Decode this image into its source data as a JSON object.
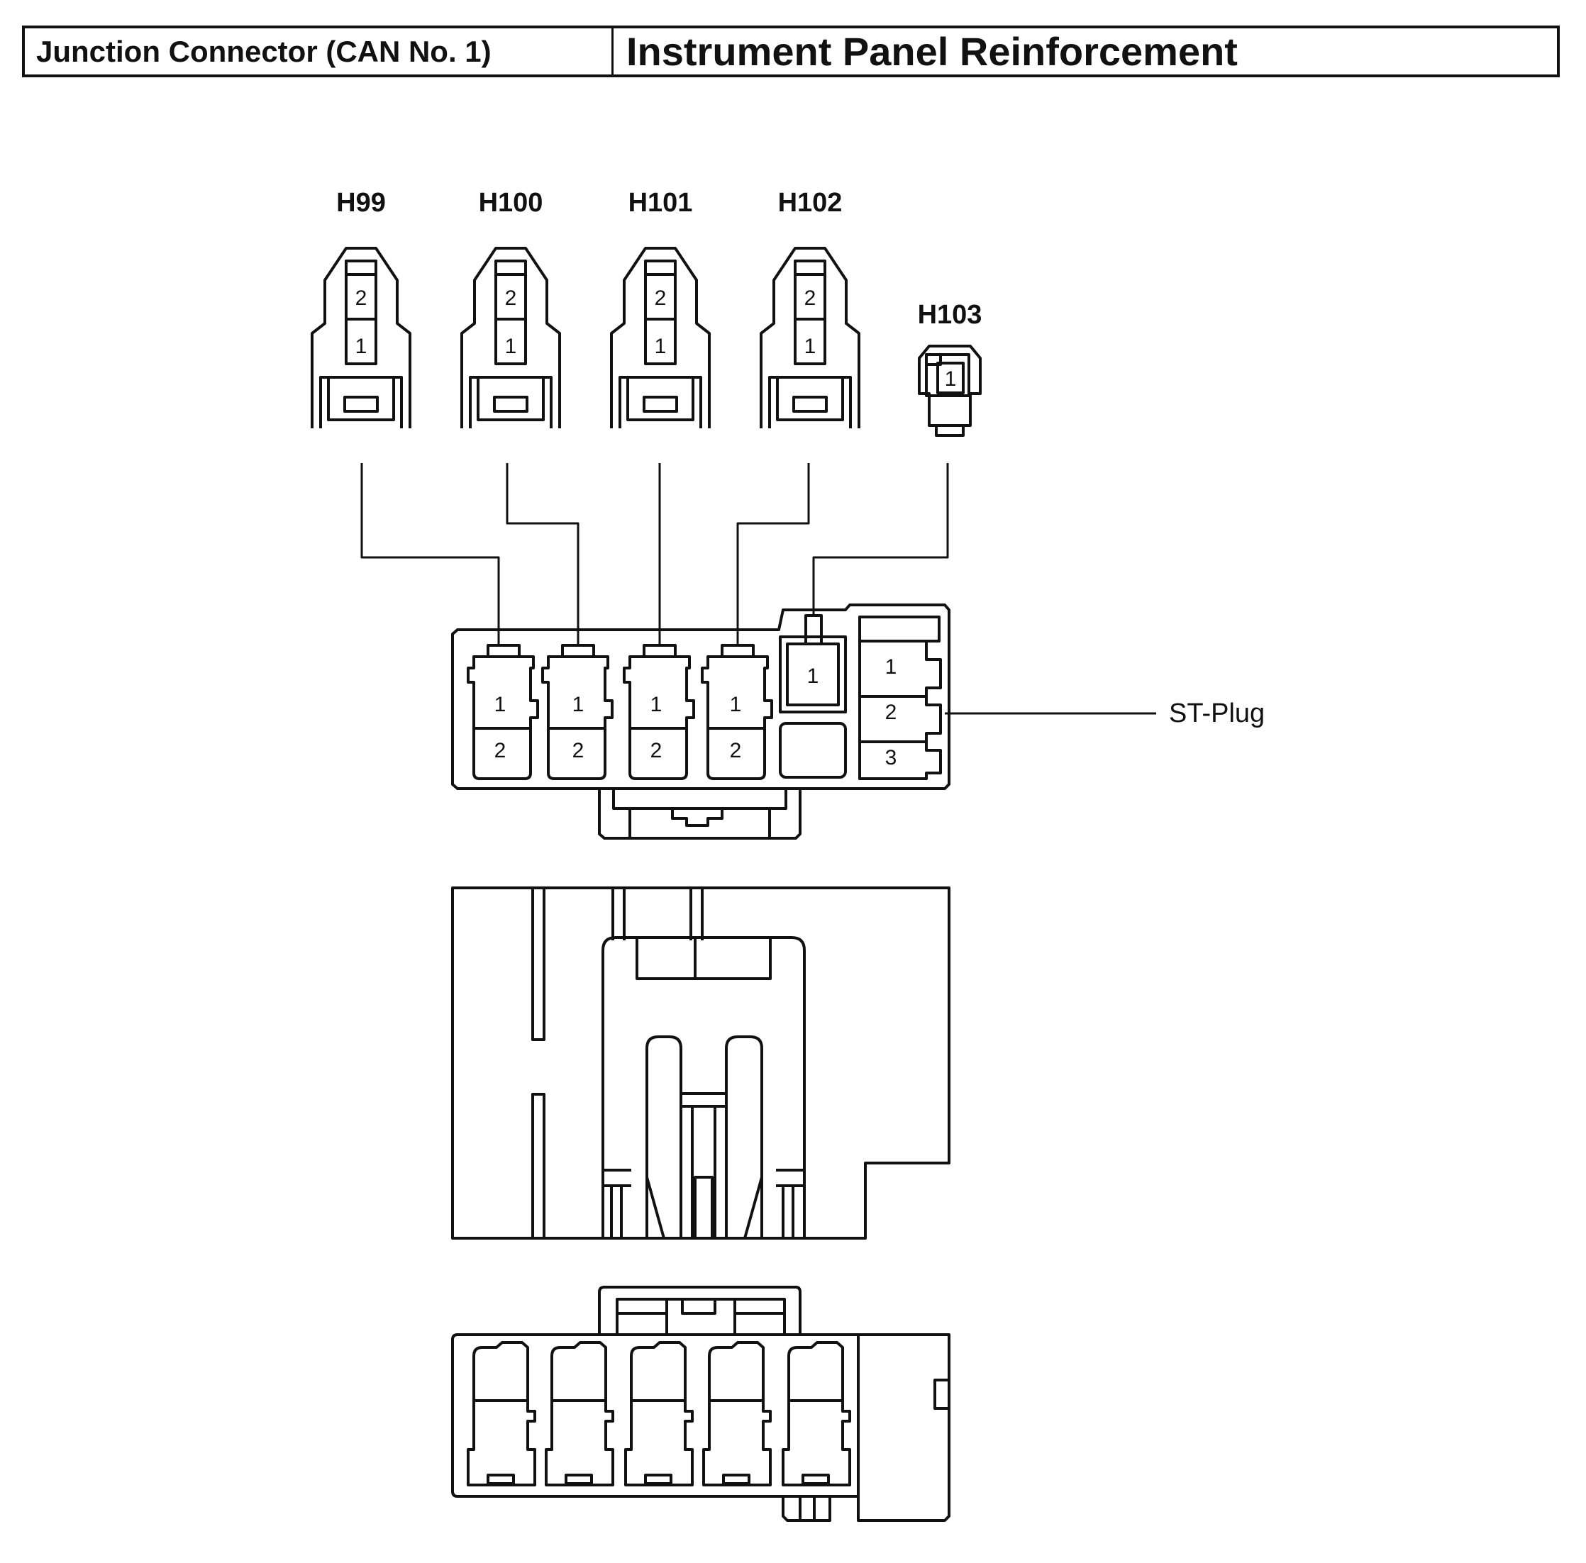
{
  "header": {
    "connector": "Junction Connector (CAN No. 1)",
    "location": "Instrument Panel Reinforcement"
  },
  "connectors": [
    {
      "id": "H99",
      "pins": [
        "2",
        "1"
      ]
    },
    {
      "id": "H100",
      "pins": [
        "2",
        "1"
      ]
    },
    {
      "id": "H101",
      "pins": [
        "2",
        "1"
      ]
    },
    {
      "id": "H102",
      "pins": [
        "2",
        "1"
      ]
    },
    {
      "id": "H103",
      "pins": [
        "1"
      ]
    }
  ],
  "junction_block": {
    "cavities": [
      {
        "pins": [
          "1",
          "2"
        ]
      },
      {
        "pins": [
          "1",
          "2"
        ]
      },
      {
        "pins": [
          "1",
          "2"
        ]
      },
      {
        "pins": [
          "1",
          "2"
        ]
      },
      {
        "pins": [
          "1"
        ]
      }
    ],
    "st_plug": {
      "label": "ST-Plug",
      "pins": [
        "1",
        "2",
        "3"
      ]
    }
  }
}
